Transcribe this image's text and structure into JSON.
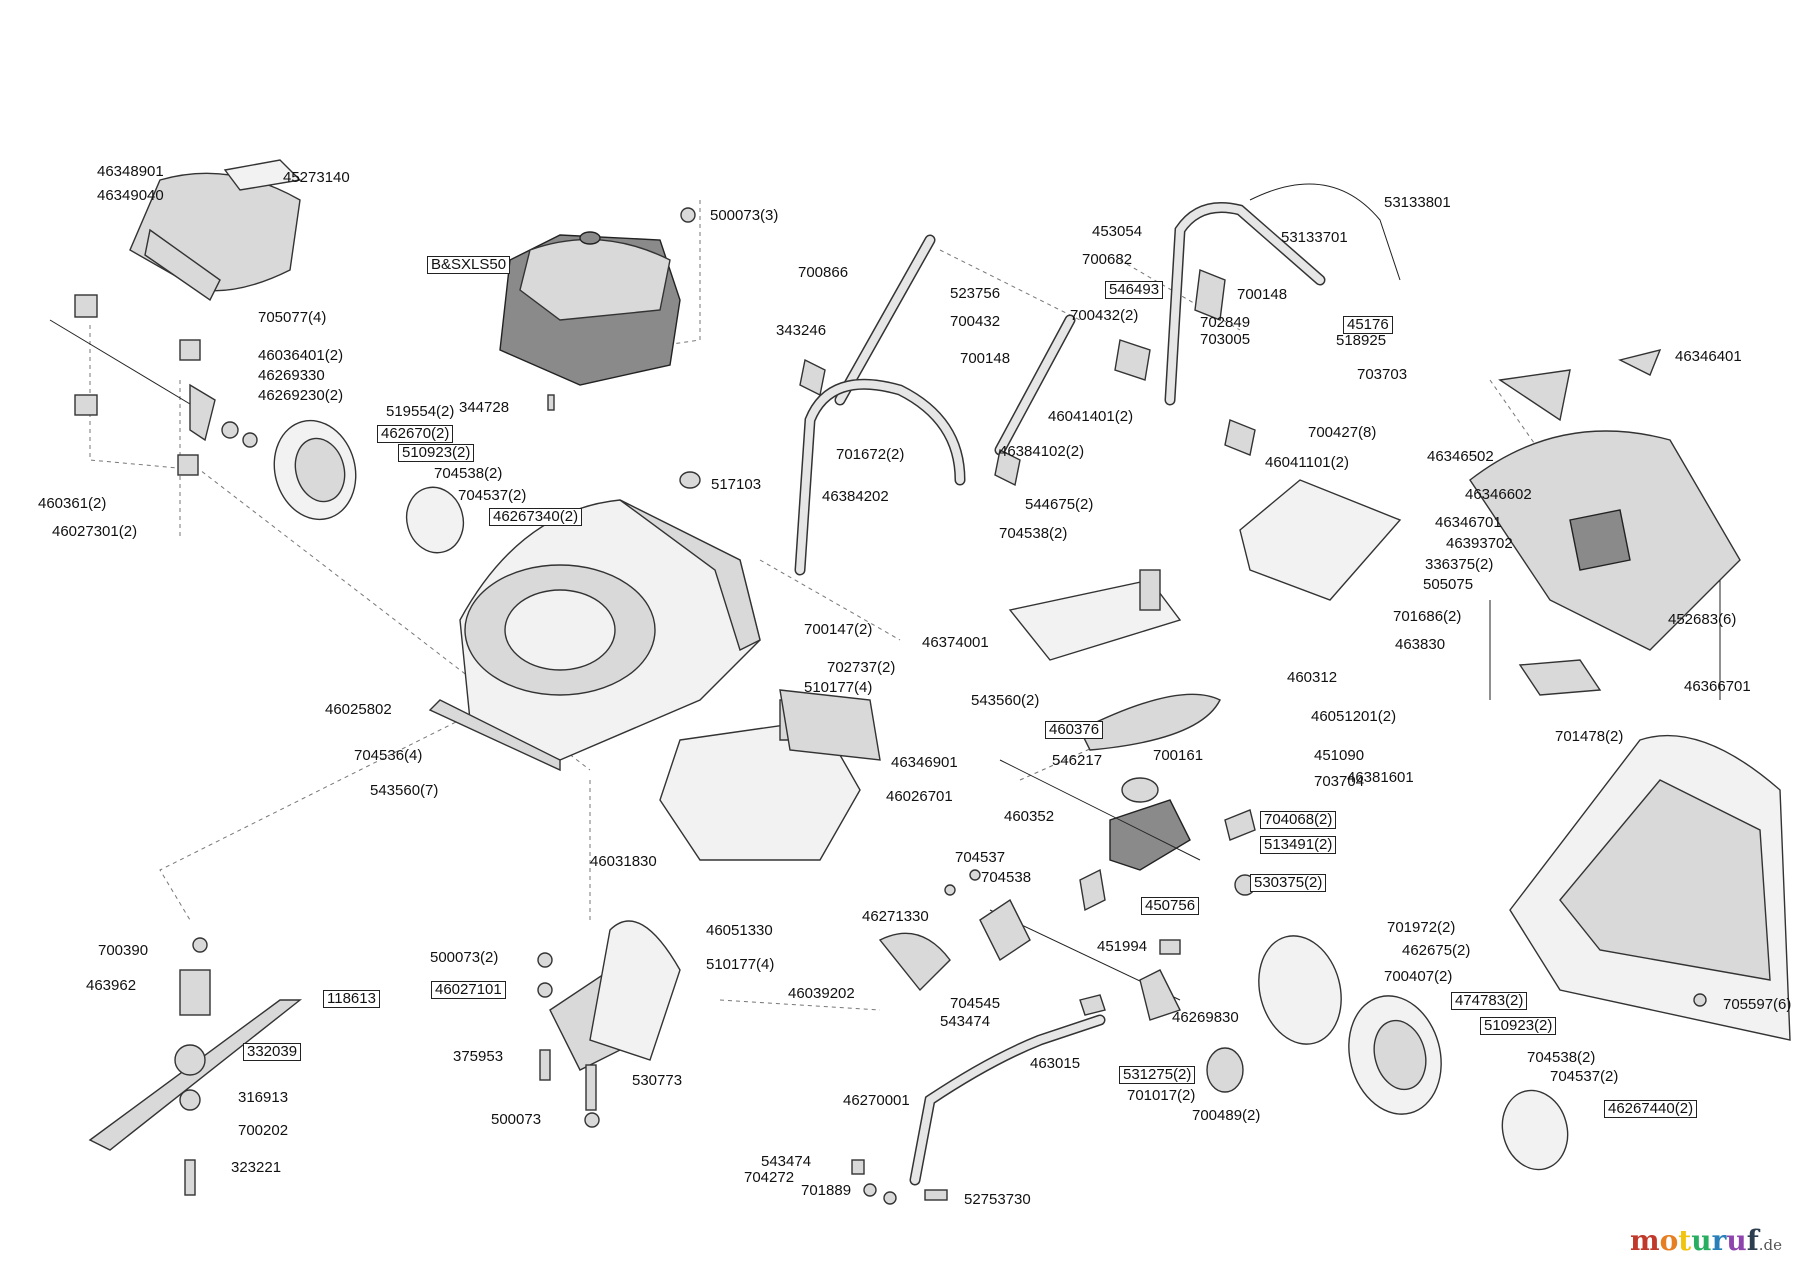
{
  "brand": {
    "name": "moturuf",
    "tld": ".de",
    "colors": {
      "m": "#c0392b",
      "o": "#e67e22",
      "t": "#f1c40f",
      "u": "#27ae60",
      "r": "#2980b9",
      "u2": "#8e44ad",
      "f": "#2c3e50"
    }
  },
  "labels": [
    {
      "id": "46348901",
      "text": "46348901",
      "boxed": false
    },
    {
      "id": "45273140",
      "text": "45273140",
      "boxed": false
    },
    {
      "id": "46349040",
      "text": "46349040",
      "boxed": false
    },
    {
      "id": "705077-4",
      "text": "705077(4)",
      "boxed": false
    },
    {
      "id": "46036401-2",
      "text": "46036401(2)",
      "boxed": false
    },
    {
      "id": "46269330",
      "text": "46269330",
      "boxed": false
    },
    {
      "id": "46269230-2",
      "text": "46269230(2)",
      "boxed": false
    },
    {
      "id": "519554-2",
      "text": "519554(2)",
      "boxed": false
    },
    {
      "id": "462670-2",
      "text": "462670(2)",
      "boxed": true
    },
    {
      "id": "510923-2-left",
      "text": "510923(2)",
      "boxed": true
    },
    {
      "id": "704538-2-left",
      "text": "704538(2)",
      "boxed": false
    },
    {
      "id": "704537-2-left",
      "text": "704537(2)",
      "boxed": false
    },
    {
      "id": "46267340-2",
      "text": "46267340(2)",
      "boxed": true
    },
    {
      "id": "460361-2",
      "text": "460361(2)",
      "boxed": false
    },
    {
      "id": "46027301-2",
      "text": "46027301(2)",
      "boxed": false
    },
    {
      "id": "BSXLS50",
      "text": "B&SXLS50",
      "boxed": true
    },
    {
      "id": "500073-3",
      "text": "500073(3)",
      "boxed": false
    },
    {
      "id": "344728",
      "text": "344728",
      "boxed": false
    },
    {
      "id": "517103",
      "text": "517103",
      "boxed": false
    },
    {
      "id": "700866",
      "text": "700866",
      "boxed": false
    },
    {
      "id": "523756",
      "text": "523756",
      "boxed": false
    },
    {
      "id": "700432",
      "text": "700432",
      "boxed": false
    },
    {
      "id": "343246",
      "text": "343246",
      "boxed": false
    },
    {
      "id": "700148-mid",
      "text": "700148",
      "boxed": false
    },
    {
      "id": "701672-2",
      "text": "701672(2)",
      "boxed": false
    },
    {
      "id": "46384102-2",
      "text": "46384102(2)",
      "boxed": false
    },
    {
      "id": "46384202",
      "text": "46384202",
      "boxed": false
    },
    {
      "id": "544675-2",
      "text": "544675(2)",
      "boxed": false
    },
    {
      "id": "704538-2-mid",
      "text": "704538(2)",
      "boxed": false
    },
    {
      "id": "453054",
      "text": "453054",
      "boxed": false
    },
    {
      "id": "53133801",
      "text": "53133801",
      "boxed": false
    },
    {
      "id": "53133701",
      "text": "53133701",
      "boxed": false
    },
    {
      "id": "700682",
      "text": "700682",
      "boxed": false
    },
    {
      "id": "546493",
      "text": "546493",
      "boxed": true
    },
    {
      "id": "700148-right",
      "text": "700148",
      "boxed": false
    },
    {
      "id": "700432-2",
      "text": "700432(2)",
      "boxed": false
    },
    {
      "id": "702849",
      "text": "702849",
      "boxed": false
    },
    {
      "id": "45176",
      "text": "45176",
      "boxed": true
    },
    {
      "id": "703005",
      "text": "703005",
      "boxed": false
    },
    {
      "id": "518925",
      "text": "518925",
      "boxed": false
    },
    {
      "id": "703703",
      "text": "703703",
      "boxed": false
    },
    {
      "id": "46041401-2",
      "text": "46041401(2)",
      "boxed": false
    },
    {
      "id": "700427-8",
      "text": "700427(8)",
      "boxed": false
    },
    {
      "id": "46041101-2",
      "text": "46041101(2)",
      "boxed": false
    },
    {
      "id": "46346401",
      "text": "46346401",
      "boxed": false
    },
    {
      "id": "46346502",
      "text": "46346502",
      "boxed": false
    },
    {
      "id": "46346602",
      "text": "46346602",
      "boxed": false
    },
    {
      "id": "46346701",
      "text": "46346701",
      "boxed": false
    },
    {
      "id": "46393702",
      "text": "46393702",
      "boxed": false
    },
    {
      "id": "336375-2",
      "text": "336375(2)",
      "boxed": false
    },
    {
      "id": "505075",
      "text": "505075",
      "boxed": false
    },
    {
      "id": "701686-2",
      "text": "701686(2)",
      "boxed": false
    },
    {
      "id": "452683-6",
      "text": "452683(6)",
      "boxed": false
    },
    {
      "id": "463830",
      "text": "463830",
      "boxed": false
    },
    {
      "id": "460312",
      "text": "460312",
      "boxed": false
    },
    {
      "id": "46366701",
      "text": "46366701",
      "boxed": false
    },
    {
      "id": "46051201-2",
      "text": "46051201(2)",
      "boxed": false
    },
    {
      "id": "701478-2",
      "text": "701478(2)",
      "boxed": false
    },
    {
      "id": "46374001",
      "text": "46374001",
      "boxed": false
    },
    {
      "id": "700147-2",
      "text": "700147(2)",
      "boxed": false
    },
    {
      "id": "702737-2",
      "text": "702737(2)",
      "boxed": false
    },
    {
      "id": "510177-4-top",
      "text": "510177(4)",
      "boxed": false
    },
    {
      "id": "543560-2",
      "text": "543560(2)",
      "boxed": false
    },
    {
      "id": "460376",
      "text": "460376",
      "boxed": true
    },
    {
      "id": "451090",
      "text": "451090",
      "boxed": false
    },
    {
      "id": "700161",
      "text": "700161",
      "boxed": false
    },
    {
      "id": "703704",
      "text": "703704",
      "boxed": false
    },
    {
      "id": "546217",
      "text": "546217",
      "boxed": false
    },
    {
      "id": "46025802",
      "text": "46025802",
      "boxed": false
    },
    {
      "id": "704536-4",
      "text": "704536(4)",
      "boxed": false
    },
    {
      "id": "543560-7",
      "text": "543560(7)",
      "boxed": false
    },
    {
      "id": "46346901",
      "text": "46346901",
      "boxed": false
    },
    {
      "id": "46026701",
      "text": "46026701",
      "boxed": false
    },
    {
      "id": "46381601",
      "text": "46381601",
      "boxed": false
    },
    {
      "id": "460352",
      "text": "460352",
      "boxed": false
    },
    {
      "id": "704068-2",
      "text": "704068(2)",
      "boxed": true
    },
    {
      "id": "513491-2",
      "text": "513491(2)",
      "boxed": true
    },
    {
      "id": "46031830",
      "text": "46031830",
      "boxed": false
    },
    {
      "id": "704537",
      "text": "704537",
      "boxed": false
    },
    {
      "id": "704538",
      "text": "704538",
      "boxed": false
    },
    {
      "id": "530375-2",
      "text": "530375(2)",
      "boxed": true
    },
    {
      "id": "450756",
      "text": "450756",
      "boxed": true
    },
    {
      "id": "46271330",
      "text": "46271330",
      "boxed": false
    },
    {
      "id": "46051330",
      "text": "46051330",
      "boxed": false
    },
    {
      "id": "451994",
      "text": "451994",
      "boxed": false
    },
    {
      "id": "701972-2",
      "text": "701972(2)",
      "boxed": false
    },
    {
      "id": "462675-2",
      "text": "462675(2)",
      "boxed": false
    },
    {
      "id": "700390",
      "text": "700390",
      "boxed": false
    },
    {
      "id": "500073-2",
      "text": "500073(2)",
      "boxed": false
    },
    {
      "id": "510177-4-bot",
      "text": "510177(4)",
      "boxed": false
    },
    {
      "id": "700407-2",
      "text": "700407(2)",
      "boxed": false
    },
    {
      "id": "463962",
      "text": "463962",
      "boxed": false
    },
    {
      "id": "46027101",
      "text": "46027101",
      "boxed": true
    },
    {
      "id": "118613",
      "text": "118613",
      "boxed": true
    },
    {
      "id": "46039202",
      "text": "46039202",
      "boxed": false
    },
    {
      "id": "474783-2",
      "text": "474783(2)",
      "boxed": true
    },
    {
      "id": "705597-6",
      "text": "705597(6)",
      "boxed": false
    },
    {
      "id": "704545",
      "text": "704545",
      "boxed": false
    },
    {
      "id": "543474-mid",
      "text": "543474",
      "boxed": false
    },
    {
      "id": "46269830",
      "text": "46269830",
      "boxed": false
    },
    {
      "id": "510923-2-right",
      "text": "510923(2)",
      "boxed": true
    },
    {
      "id": "332039",
      "text": "332039",
      "boxed": true
    },
    {
      "id": "375953",
      "text": "375953",
      "boxed": false
    },
    {
      "id": "530773",
      "text": "530773",
      "boxed": false
    },
    {
      "id": "463015",
      "text": "463015",
      "boxed": false
    },
    {
      "id": "531275-2",
      "text": "531275(2)",
      "boxed": true
    },
    {
      "id": "704538-2-right",
      "text": "704538(2)",
      "boxed": false
    },
    {
      "id": "704537-2-right",
      "text": "704537(2)",
      "boxed": false
    },
    {
      "id": "316913",
      "text": "316913",
      "boxed": false
    },
    {
      "id": "46270001",
      "text": "46270001",
      "boxed": false
    },
    {
      "id": "701017-2",
      "text": "701017(2)",
      "boxed": false
    },
    {
      "id": "46267440-2",
      "text": "46267440(2)",
      "boxed": true
    },
    {
      "id": "500073",
      "text": "500073",
      "boxed": false
    },
    {
      "id": "700489-2",
      "text": "700489(2)",
      "boxed": false
    },
    {
      "id": "700202",
      "text": "700202",
      "boxed": false
    },
    {
      "id": "323221",
      "text": "323221",
      "boxed": false
    },
    {
      "id": "543474-bot",
      "text": "543474",
      "boxed": false
    },
    {
      "id": "704272",
      "text": "704272",
      "boxed": false
    },
    {
      "id": "701889",
      "text": "701889",
      "boxed": false
    },
    {
      "id": "52753730",
      "text": "52753730",
      "boxed": false
    }
  ]
}
